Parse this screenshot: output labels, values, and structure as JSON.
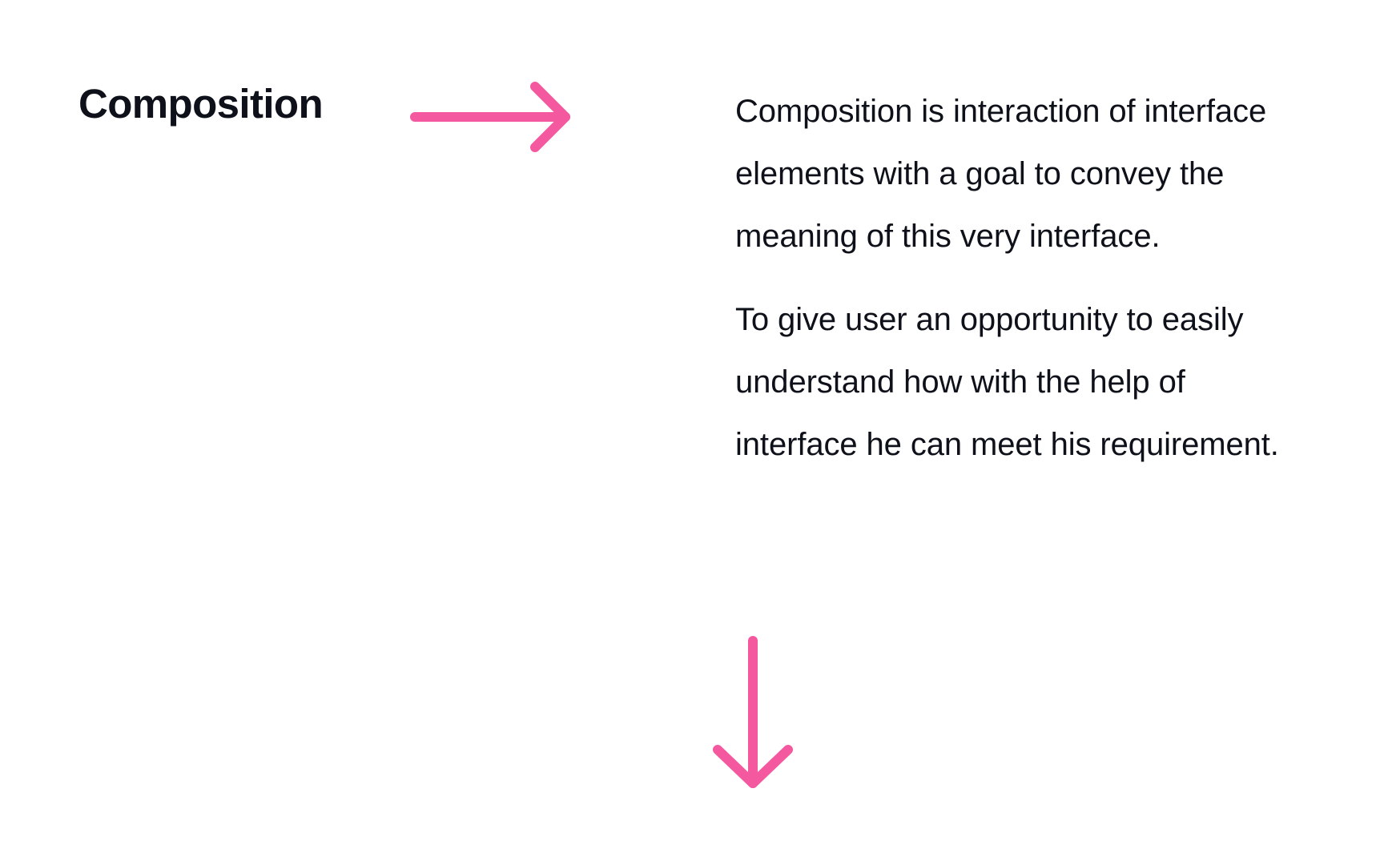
{
  "page": {
    "background_color": "#FFFFFF",
    "text_color": "#0E1119",
    "accent_color": "#F4589E"
  },
  "heading": {
    "label": "Composition"
  },
  "arrows": {
    "right": {
      "icon": "arrow-right-icon",
      "color": "#F4589E",
      "direction": "right"
    },
    "down": {
      "icon": "arrow-down-icon",
      "color": "#F4589E",
      "direction": "down"
    }
  },
  "body": {
    "paragraphs": [
      "Composition is interaction of interface elements with a goal to convey the meaning of this very interface.",
      "To give user an opportunity to easily understand how with the help of interface he can meet his requirement."
    ]
  }
}
